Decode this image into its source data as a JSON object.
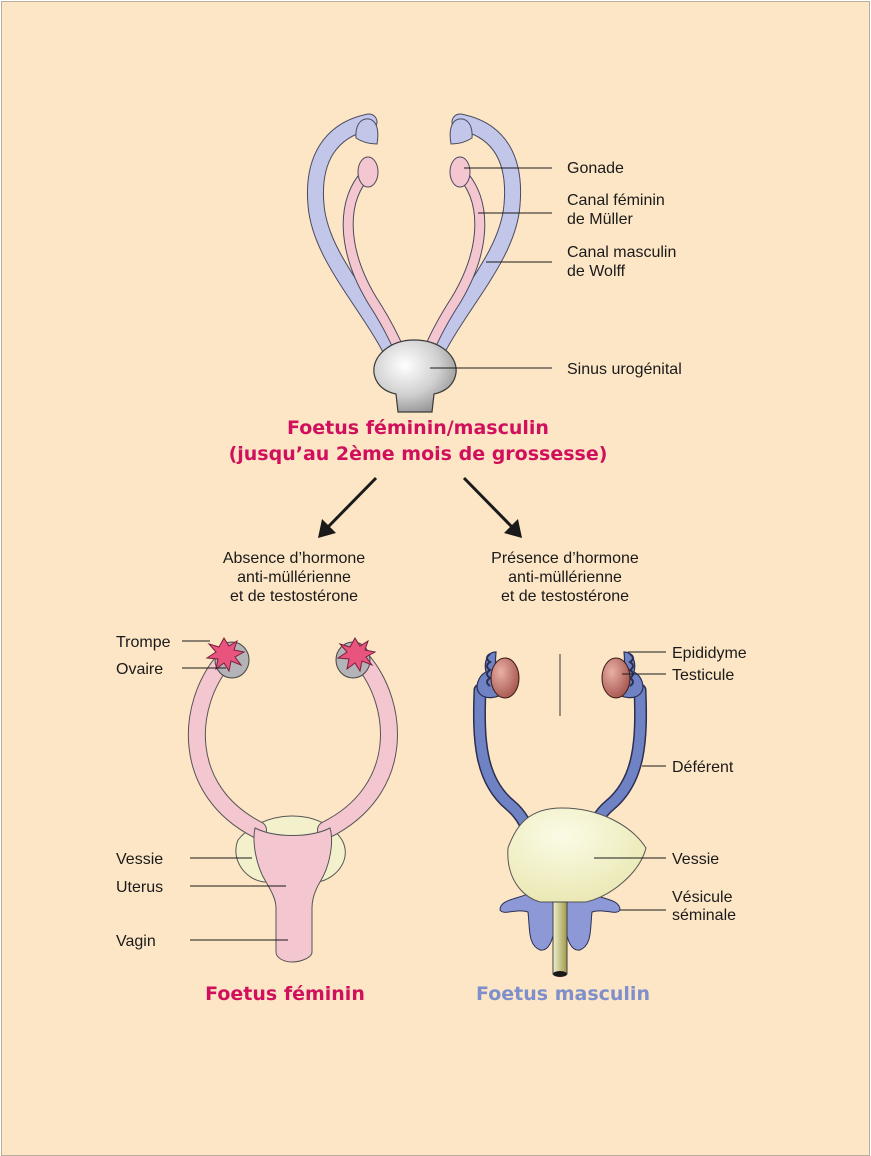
{
  "top": {
    "labels": {
      "gonade": "Gonade",
      "muller_1": "Canal féminin",
      "muller_2": "de Müller",
      "wolff_1": "Canal masculin",
      "wolff_2": "de Wolff",
      "sinus": "Sinus urogénital"
    },
    "title_1": "Foetus féminin/masculin",
    "title_2": "(jusqu’au 2ème mois de grossesse)"
  },
  "branches": {
    "left": [
      "Absence d’hormone",
      "anti-müllérienne",
      "et de testostérone"
    ],
    "right": [
      "Présence d’hormone",
      "anti-müllérienne",
      "et de testostérone"
    ]
  },
  "female": {
    "labels": {
      "trompe": "Trompe",
      "ovaire": "Ovaire",
      "vessie": "Vessie",
      "uterus": "Uterus",
      "vagin": "Vagin"
    },
    "title": "Foetus féminin"
  },
  "male": {
    "labels": {
      "epididyme": "Epididyme",
      "testicule": "Testicule",
      "deferent": "Déférent",
      "vessie": "Vessie",
      "vesicule_1": "Vésicule",
      "vesicule_2": "séminale"
    },
    "title": "Foetus masculin"
  },
  "colors": {
    "background": "#fde6c6",
    "wolff_blue": "#c2c7ea",
    "muller_pink": "#f4c6cf",
    "female_title": "#d0105c",
    "male_title": "#7e8fcb",
    "male_duct": "#6f82c4",
    "bladder": "#f2f1cc",
    "testis": "#b8665b",
    "fimbria": "#e8547e"
  }
}
